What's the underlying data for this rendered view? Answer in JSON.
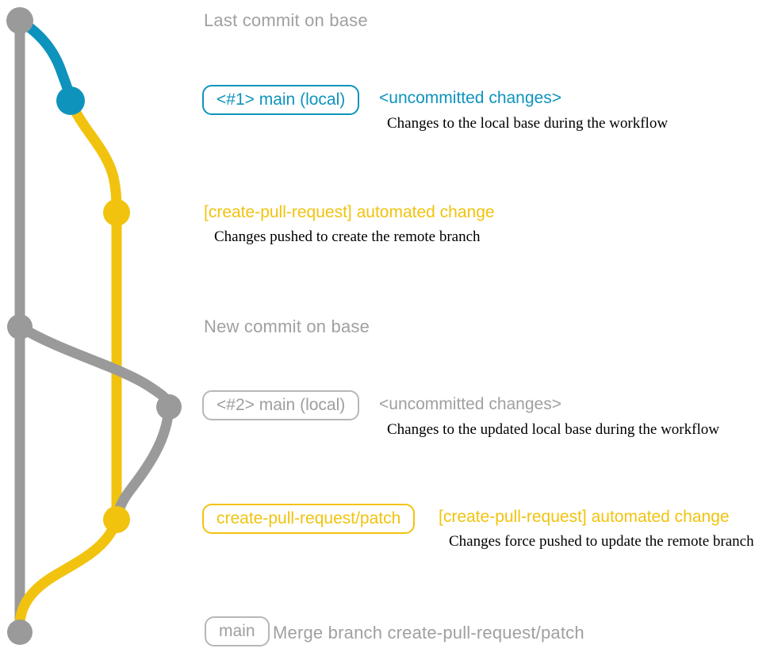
{
  "colors": {
    "gray": "#9a9a9a",
    "blue": "#0e93bd",
    "yellow": "#f1c30f",
    "gray_text": "#a0a0a0",
    "description_text": "#000000"
  },
  "annotations": {
    "last_commit": "Last commit on base",
    "new_commit": "New commit on base",
    "merge_commit": "Merge branch create-pull-request/patch"
  },
  "badges": {
    "main_local_1": "<#1> main (local)",
    "main_local_2": "<#2> main (local)",
    "patch_branch": "create-pull-request/patch",
    "main": "main"
  },
  "rows": {
    "row1": {
      "title": "<uncommitted changes>",
      "description": "Changes to the local base during the workflow"
    },
    "row2": {
      "title": "[create-pull-request] automated change",
      "description": "Changes pushed to create the remote branch"
    },
    "row3": {
      "title": "<uncommitted changes>",
      "description": "Changes to the updated local base during the workflow"
    },
    "row4": {
      "title": "[create-pull-request] automated change",
      "description": "Changes force pushed to update the remote branch"
    }
  }
}
